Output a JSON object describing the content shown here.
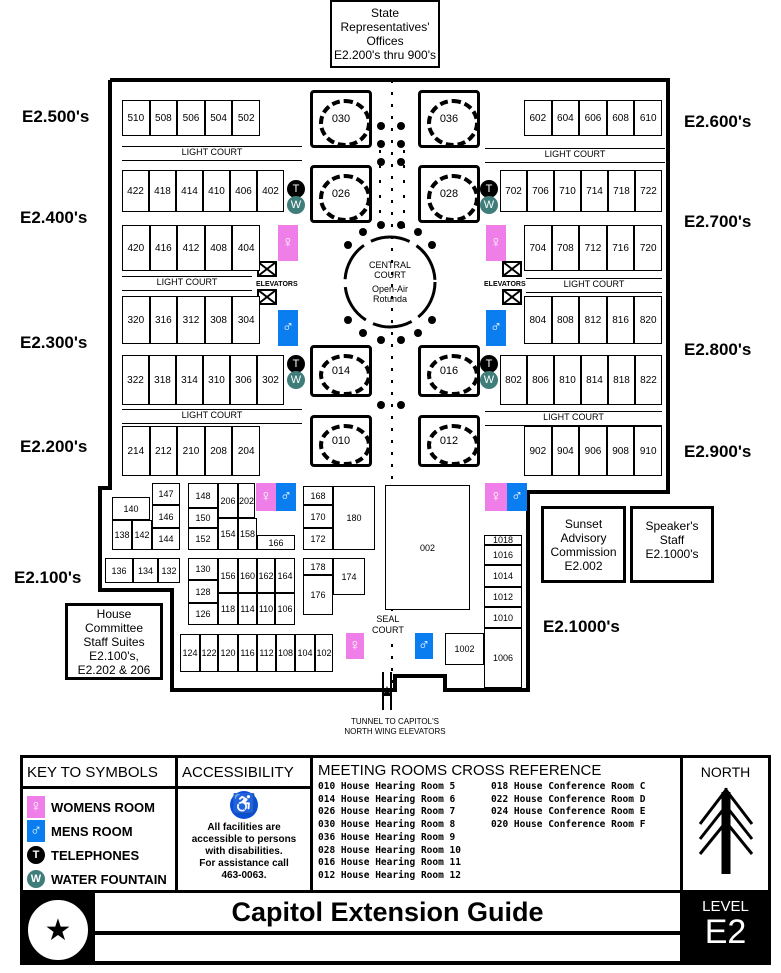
{
  "top_box": {
    "lines": [
      "State",
      "Representatives'",
      "Offices",
      "E2.200's thru 900's"
    ]
  },
  "wing_labels": {
    "w500": "E2.500's",
    "w400": "E2.400's",
    "w300": "E2.300's",
    "w200": "E2.200's",
    "w100": "E2.100's",
    "w600": "E2.600's",
    "w700": "E2.700's",
    "w800": "E2.800's",
    "w900": "E2.900's",
    "w1000": "E2.1000's"
  },
  "light_court": "LIGHT COURT",
  "elevators": "ELEVATORS",
  "central_court": {
    "title1": "CENTRAL",
    "title2": "COURT",
    "sub1": "Open-Air",
    "sub2": "Rotunda"
  },
  "seal_court": {
    "l1": "SEAL",
    "l2": "COURT"
  },
  "tunnel": {
    "l1": "TUNNEL TO CAPITOL'S",
    "l2": "NORTH WING ELEVATORS"
  },
  "left_rows": [
    [
      "510",
      "508",
      "506",
      "504",
      "502"
    ],
    [
      "422",
      "418",
      "414",
      "410",
      "406",
      "402"
    ],
    [
      "420",
      "416",
      "412",
      "408",
      "404"
    ],
    [
      "320",
      "316",
      "312",
      "308",
      "304"
    ],
    [
      "322",
      "318",
      "314",
      "310",
      "306",
      "302"
    ],
    [
      "214",
      "212",
      "210",
      "208",
      "204"
    ]
  ],
  "right_rows": [
    [
      "602",
      "604",
      "606",
      "608",
      "610"
    ],
    [
      "702",
      "706",
      "710",
      "714",
      "718",
      "722"
    ],
    [
      "704",
      "708",
      "712",
      "716",
      "720"
    ],
    [
      "804",
      "808",
      "812",
      "816",
      "820"
    ],
    [
      "802",
      "806",
      "810",
      "814",
      "818",
      "822"
    ],
    [
      "902",
      "904",
      "906",
      "908",
      "910"
    ]
  ],
  "hearing_rooms": [
    "030",
    "036",
    "026",
    "028",
    "014",
    "016",
    "010",
    "012"
  ],
  "lower_rooms": [
    "140",
    "147",
    "146",
    "144",
    "138",
    "142",
    "148",
    "150",
    "152",
    "206",
    "202",
    "154",
    "158",
    "166",
    "168",
    "170",
    "172",
    "180",
    "136",
    "134",
    "132",
    "130",
    "128",
    "126",
    "156",
    "160",
    "162",
    "164",
    "118",
    "114",
    "110",
    "106",
    "178",
    "176",
    "174",
    "124",
    "122",
    "120",
    "116",
    "112",
    "108",
    "104",
    "102",
    "002",
    "1018",
    "1016",
    "1014",
    "1012",
    "1010",
    "1006",
    "1002"
  ],
  "house_committee": {
    "lines": [
      "House",
      "Committee",
      "Staff Suites",
      "E2.100's,",
      "E2.202 & 206"
    ]
  },
  "sunset": {
    "lines": [
      "Sunset",
      "Advisory",
      "Commission",
      "E2.002"
    ]
  },
  "speaker": {
    "lines": [
      "Speaker's",
      "Staff",
      "E2.1000's"
    ]
  },
  "legend": {
    "key_title": "KEY TO SYMBOLS",
    "keys": [
      {
        "icon": "womens-room",
        "label": "WOMENS ROOM"
      },
      {
        "icon": "mens-room",
        "label": "MENS ROOM"
      },
      {
        "icon": "telephone",
        "label": "TELEPHONES",
        "glyph": "T"
      },
      {
        "icon": "water-fountain",
        "label": "WATER FOUNTAIN",
        "glyph": "W"
      }
    ],
    "access_title": "ACCESSIBILITY",
    "access_lines": [
      "All facilities are",
      "accessible to persons",
      "with disabilities.",
      "For assistance call",
      "463-0063."
    ],
    "meeting_title": "MEETING ROOMS CROSS REFERENCE",
    "meeting_col1": [
      "010 House Hearing Room 5",
      "014 House Hearing Room 6",
      "026 House Hearing Room 7",
      "030 House Hearing Room 8",
      "036 House Hearing Room 9",
      "028 House Hearing Room 10",
      "016 House Hearing Room 11",
      "012 House Hearing Room 12"
    ],
    "meeting_col2": [
      "018 House Conference Room C",
      "022 House Conference Room D",
      "024 House Conference Room E",
      "020 House Conference Room F"
    ],
    "north": "NORTH",
    "title": "Capitol Extension Guide",
    "level_label": "LEVEL",
    "level": "E2"
  },
  "colors": {
    "womens": "#f07ee8",
    "mens": "#0a7ef0",
    "fountain": "#3f7d7b",
    "access": "#0a4fd8"
  }
}
